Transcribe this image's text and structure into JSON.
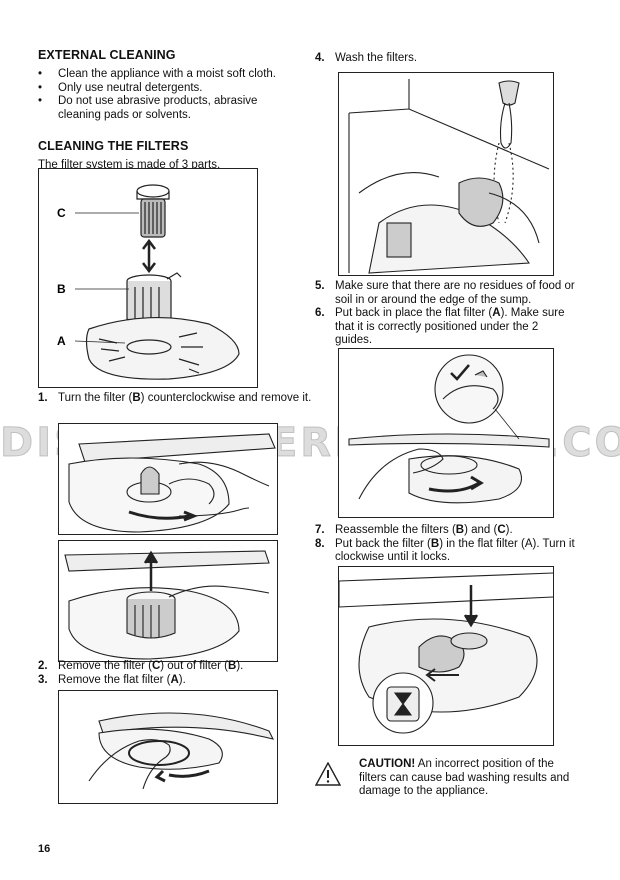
{
  "external_cleaning": {
    "heading": "EXTERNAL CLEANING",
    "bullets": [
      "Clean the appliance with a moist soft cloth.",
      "Only use neutral detergents.",
      "Do not use abrasive products, abrasive cleaning pads or solvents."
    ]
  },
  "cleaning_filters": {
    "heading": "CLEANING THE FILTERS",
    "intro": "The filter system is made of 3 parts.",
    "figure_labels": {
      "c": "C",
      "b": "B",
      "a": "A"
    }
  },
  "steps": [
    {
      "num": "1.",
      "pre": "Turn the filter (",
      "bold": "B",
      "post": ") counterclockwise and remove it."
    },
    {
      "num": "2.",
      "pre": "Remove the filter (",
      "bold": "C",
      "mid": ") out of filter (",
      "bold2": "B",
      "post": ")."
    },
    {
      "num": "3.",
      "pre": "Remove the flat filter (",
      "bold": "A",
      "post": ")."
    },
    {
      "num": "4.",
      "text": "Wash the filters."
    },
    {
      "num": "5.",
      "text": "Make sure that there are no residues of food or soil in or around the edge of the sump."
    },
    {
      "num": "6.",
      "pre": "Put back in place the flat filter (",
      "bold": "A",
      "post": "). Make sure that it is correctly positioned under the 2 guides."
    },
    {
      "num": "7.",
      "pre": "Reassemble the filters (",
      "bold": "B",
      "mid": ") and (",
      "bold2": "C",
      "post": ")."
    },
    {
      "num": "8.",
      "pre": "Put back the filter (",
      "bold": "B",
      "post": ") in the flat filter (A). Turn it clockwise until it locks."
    }
  ],
  "caution": {
    "label": "CAUTION!",
    "text": " An incorrect position of the filters can cause bad washing results and damage to the appliance."
  },
  "watermark": "DISHWASHERMANUAL.COM",
  "page_number": "16"
}
